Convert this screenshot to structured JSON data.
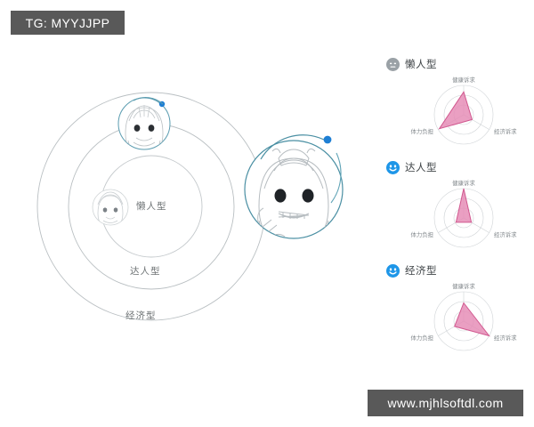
{
  "badges": {
    "telegram": "TG: MYYJJPP",
    "website": "www.mjhlsoftdl.com"
  },
  "venn": {
    "rings": [
      {
        "label": "懒人型",
        "role": "inner-ring"
      },
      {
        "label": "达人型",
        "role": "middle-ring"
      },
      {
        "label": "经济型",
        "role": "outer-ring"
      }
    ],
    "avatars": [
      {
        "name": "small-avatar-lazy",
        "caption": "懒人型"
      },
      {
        "name": "medium-avatar-expert",
        "caption": ""
      },
      {
        "name": "large-avatar-economy",
        "caption": ""
      }
    ],
    "colors": {
      "ring_stroke": "#b9bfc2",
      "highlight_stroke": "#4a8fa3",
      "marker_dot": "#1e7fd4"
    }
  },
  "chart_data": [
    {
      "type": "radar",
      "title": "懒人型",
      "icon": "neutral-face-icon",
      "icon_color": "#9aa1a6",
      "categories": [
        "健康诉求",
        "经济诉求",
        "体力负担"
      ],
      "values": [
        0.78,
        0.33,
        0.95
      ],
      "rlim": [
        0,
        1
      ],
      "grid": true,
      "fill_color": "#e58ab4",
      "stroke_color": "#d1588f",
      "legend": ""
    },
    {
      "type": "radar",
      "title": "达人型",
      "icon": "smiley-face-icon",
      "icon_color": "#1e96e8",
      "categories": [
        "健康诉求",
        "经济诉求",
        "体力负担"
      ],
      "values": [
        1.0,
        0.3,
        0.3
      ],
      "rlim": [
        0,
        1
      ],
      "grid": true,
      "fill_color": "#e58ab4",
      "stroke_color": "#d1588f",
      "legend": ""
    },
    {
      "type": "radar",
      "title": "经济型",
      "icon": "smiley-face-icon",
      "icon_color": "#1e96e8",
      "categories": [
        "健康诉求",
        "经济诉求",
        "体力负担"
      ],
      "values": [
        0.62,
        1.0,
        0.36
      ],
      "rlim": [
        0,
        1
      ],
      "grid": true,
      "fill_color": "#e58ab4",
      "stroke_color": "#d1588f",
      "legend": ""
    }
  ],
  "axis_labels": {
    "top": "健康诉求",
    "bottom_right": "经济诉求",
    "bottom_left": "体力负担"
  }
}
